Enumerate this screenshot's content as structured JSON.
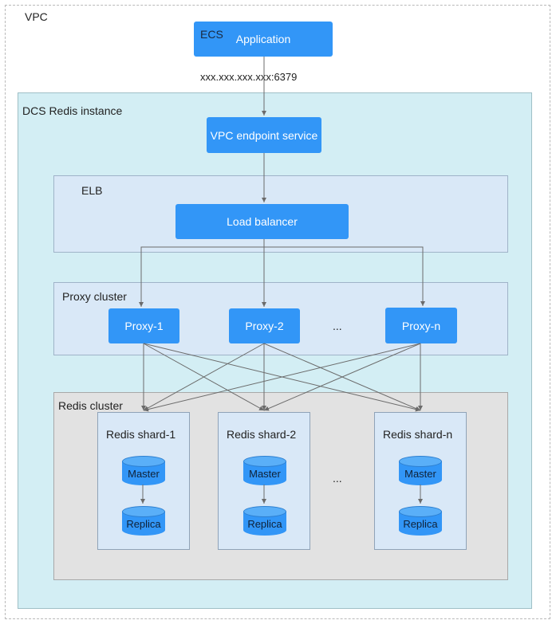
{
  "vpc": {
    "label": "VPC"
  },
  "ecs": {
    "label": "ECS",
    "app_label": "Application"
  },
  "address": "xxx.xxx.xxx.xxx:6379",
  "dcs": {
    "label": "DCS Redis instance",
    "endpoint_label": "VPC endpoint service"
  },
  "elb": {
    "label": "ELB",
    "lb_label": "Load balancer"
  },
  "proxy_cluster": {
    "label": "Proxy cluster",
    "proxies": [
      "Proxy-1",
      "Proxy-2",
      "Proxy-n"
    ],
    "ellipsis": "..."
  },
  "redis_cluster": {
    "label": "Redis cluster",
    "ellipsis": "...",
    "shards": [
      {
        "label": "Redis shard-1",
        "master": "Master",
        "replica": "Replica"
      },
      {
        "label": "Redis shard-2",
        "master": "Master",
        "replica": "Replica"
      },
      {
        "label": "Redis shard-n",
        "master": "Master",
        "replica": "Replica"
      }
    ]
  },
  "colors": {
    "node": "#3296f7",
    "instance_bg": "#d3eef4",
    "group_bg": "#d9e8f7",
    "redis_bg": "#e2e2e2",
    "line": "#6b6b6b"
  }
}
